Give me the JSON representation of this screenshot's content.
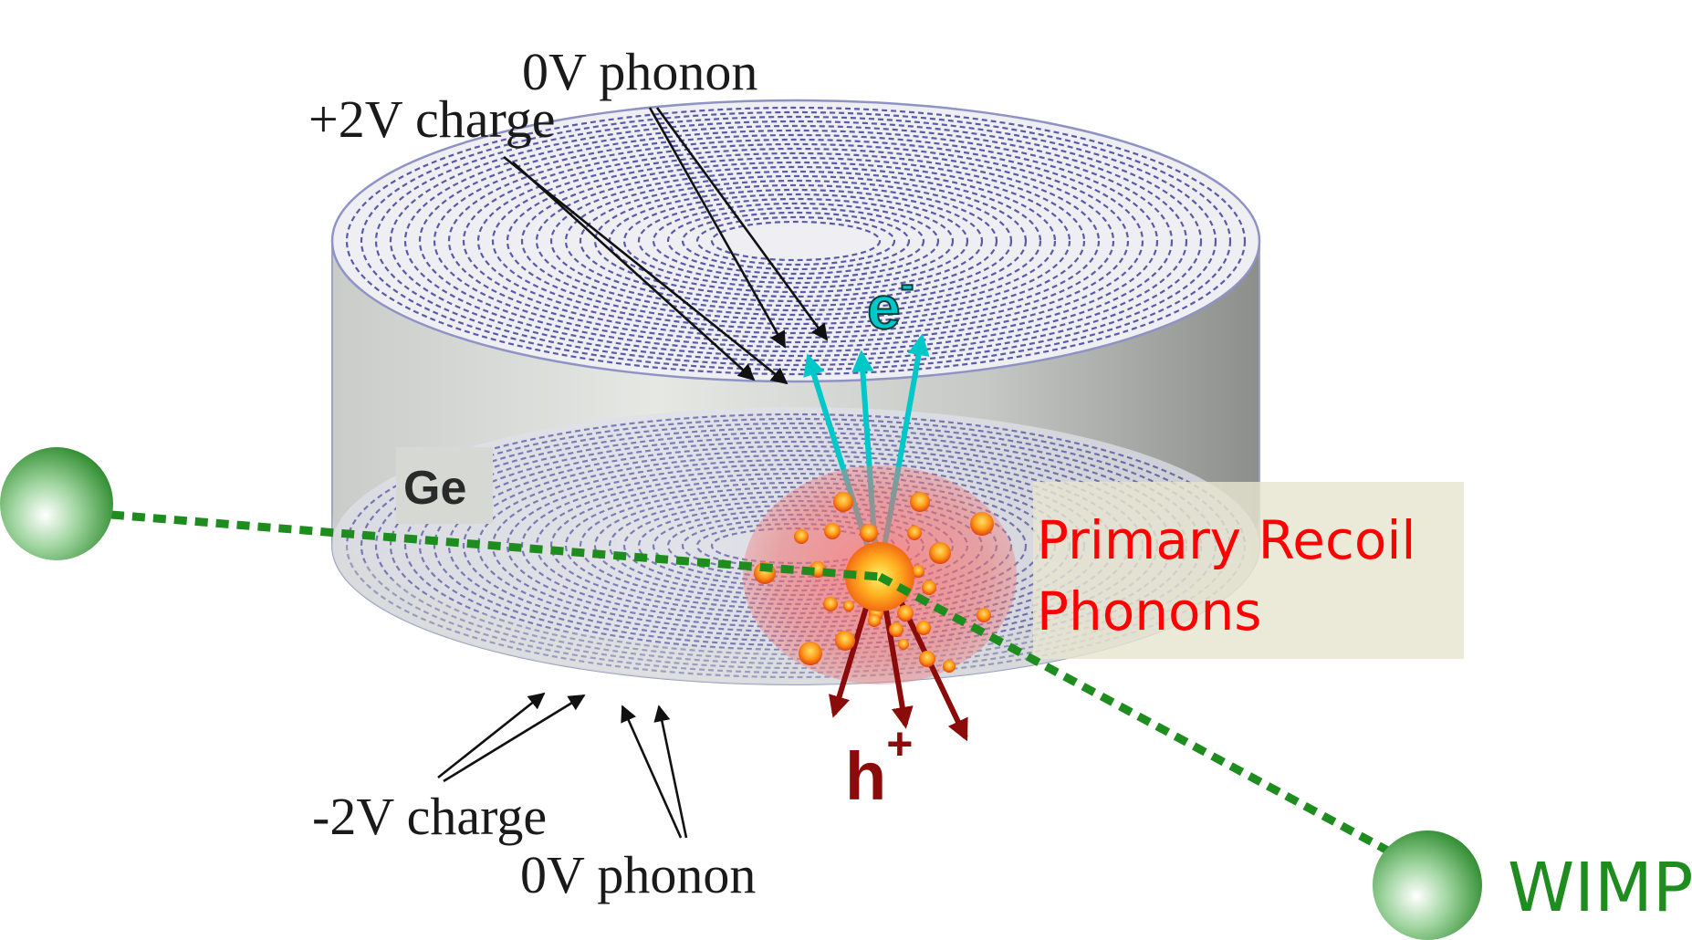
{
  "labels": {
    "top_phonon": "0V phonon",
    "top_charge": "+2V charge",
    "bottom_charge": "-2V charge",
    "bottom_phonon": "0V phonon",
    "detector_material": "Ge",
    "recoil_line1": "Primary Recoil",
    "recoil_line2": "Phonons",
    "electron_base": "e",
    "electron_sup": "-",
    "hole_base": "h",
    "hole_sup": "+",
    "particle": "WIMP"
  },
  "colors": {
    "electron": "#00c8c8",
    "hole": "#8b0a0a",
    "recoil_text": "#ff0000",
    "wimp": "#1e8c1e",
    "wimp_track": "#1e8c1e",
    "sensor_line": "#5a5aa8",
    "detector_side": "#d9ddd8"
  }
}
